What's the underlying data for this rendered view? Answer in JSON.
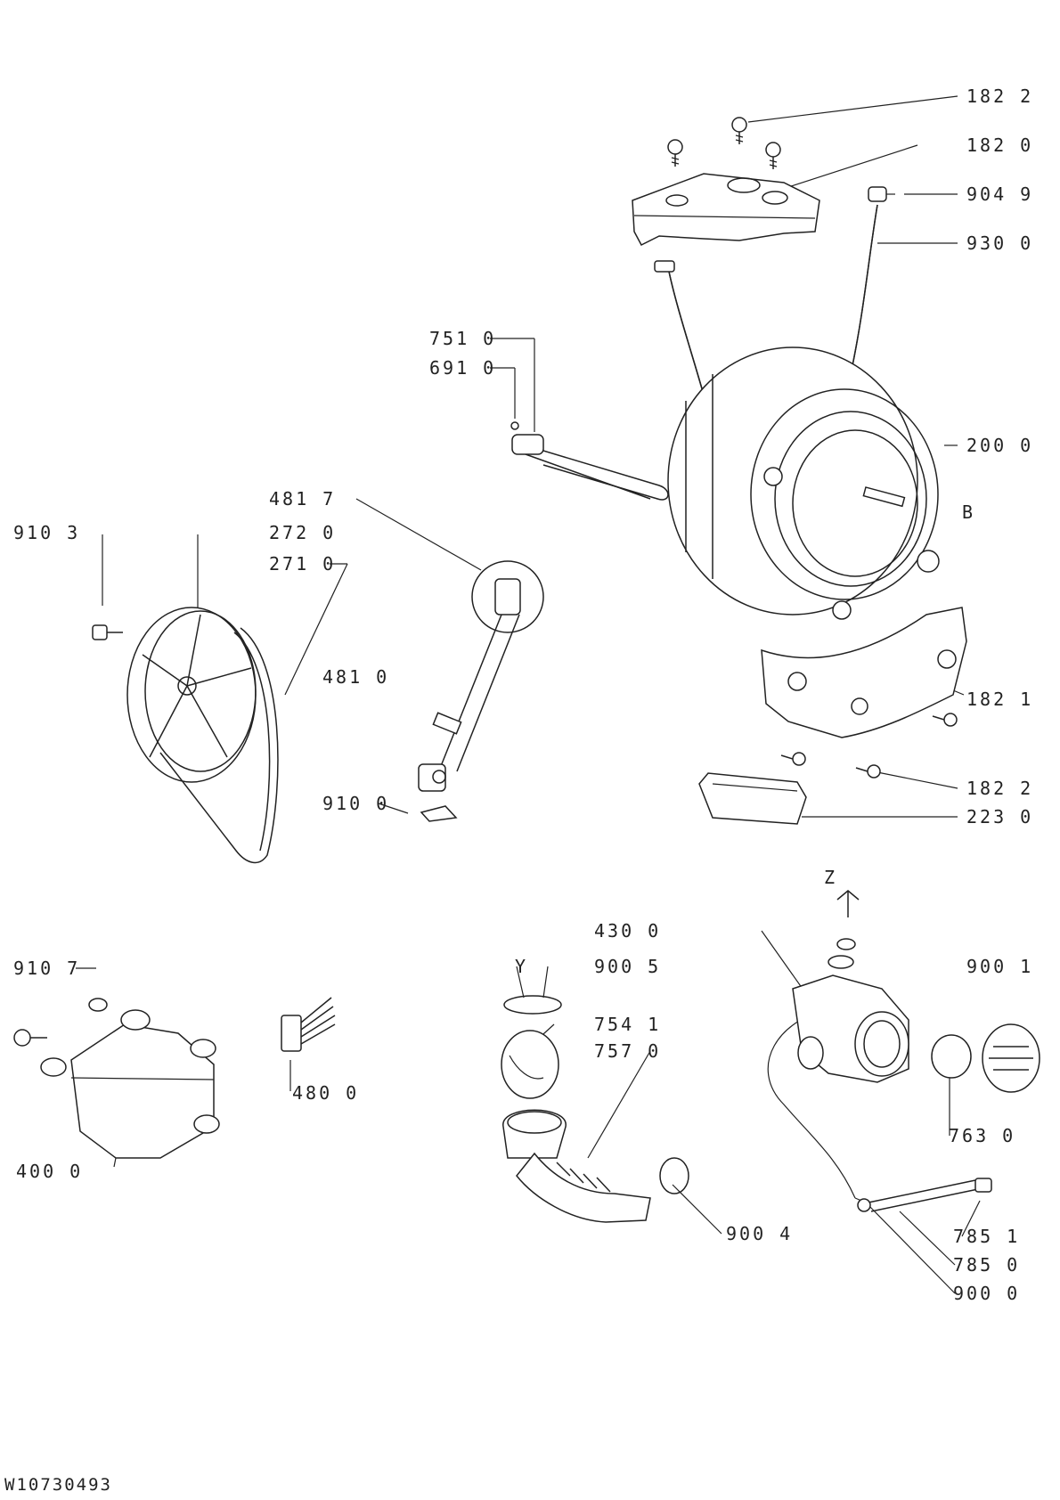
{
  "callouts": {
    "c_182_2_top": "182 2",
    "c_182_0": "182 0",
    "c_904_9": "904 9",
    "c_930_0": "930 0",
    "c_751_0": "751 0",
    "c_691_0": "691 0",
    "c_200_0": "200 0",
    "c_B": "B",
    "c_481_7": "481 7",
    "c_272_0": "272 0",
    "c_271_0": "271 0",
    "c_910_3": "910 3",
    "c_481_0": "481 0",
    "c_182_1": "182 1",
    "c_182_2_bottom": "182 2",
    "c_223_0": "223 0",
    "c_910_0": "910 0",
    "c_Z": "Z",
    "c_430_0": "430 0",
    "c_900_5": "900 5",
    "c_900_1": "900 1",
    "c_Y": "Y",
    "c_754_1": "754 1",
    "c_757_0": "757 0",
    "c_910_7": "910 7",
    "c_480_0": "480 0",
    "c_400_0": "400 0",
    "c_763_0": "763 0",
    "c_900_4": "900 4",
    "c_785_1": "785 1",
    "c_785_0": "785 0",
    "c_900_0": "900 0"
  },
  "footer": {
    "code": "W10730493"
  }
}
